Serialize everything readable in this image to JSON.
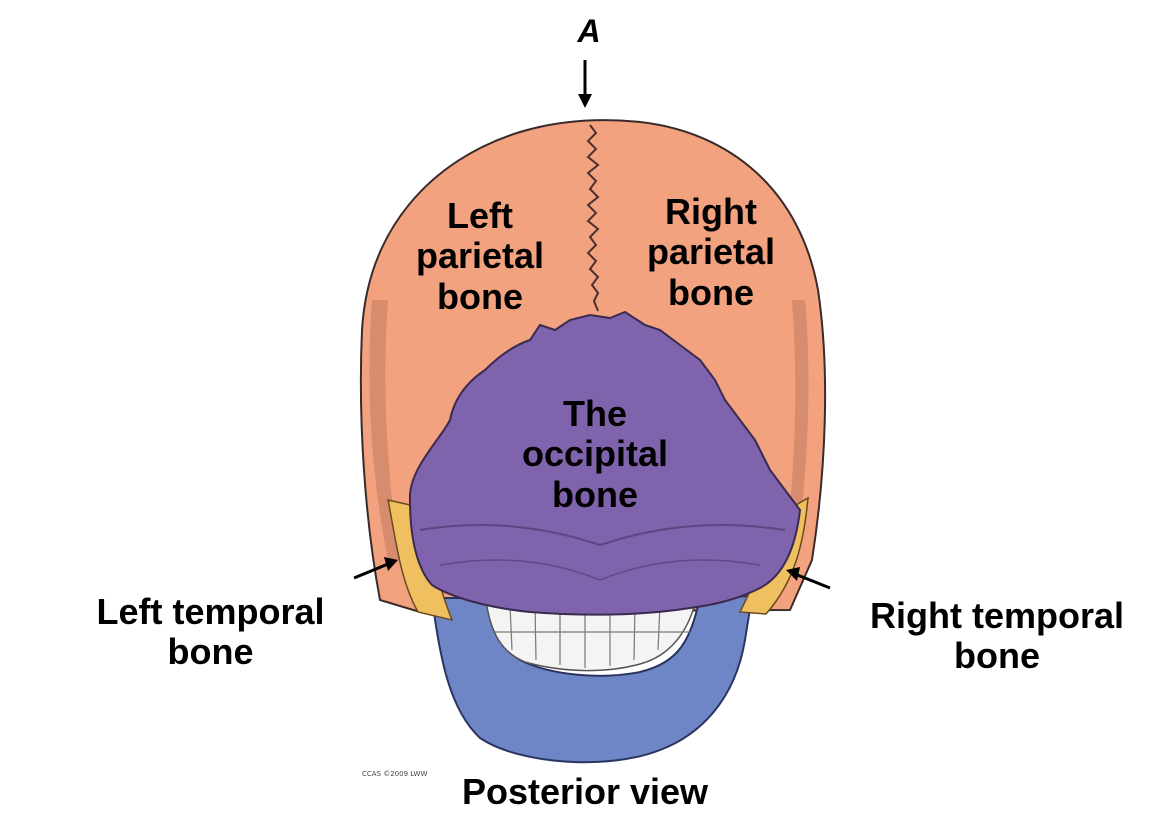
{
  "labels": {
    "point_a": "A",
    "left_parietal": "Left\nparietal\nbone",
    "right_parietal": "Right\nparietal\nbone",
    "occipital": "The\noccipital\nbone",
    "left_temporal": "Left temporal\nbone",
    "right_temporal": "Right temporal\nbone",
    "view": "Posterior view",
    "credit": "CCAS ©2009 LWW"
  },
  "colors": {
    "parietal": "#f2a27e",
    "occipital": "#7f64ad",
    "temporal": "#f0c060",
    "mandible": "#6f86c6",
    "teeth": "#f4f4f4",
    "outline": "#3a2a2a",
    "arrow": "#000000"
  }
}
